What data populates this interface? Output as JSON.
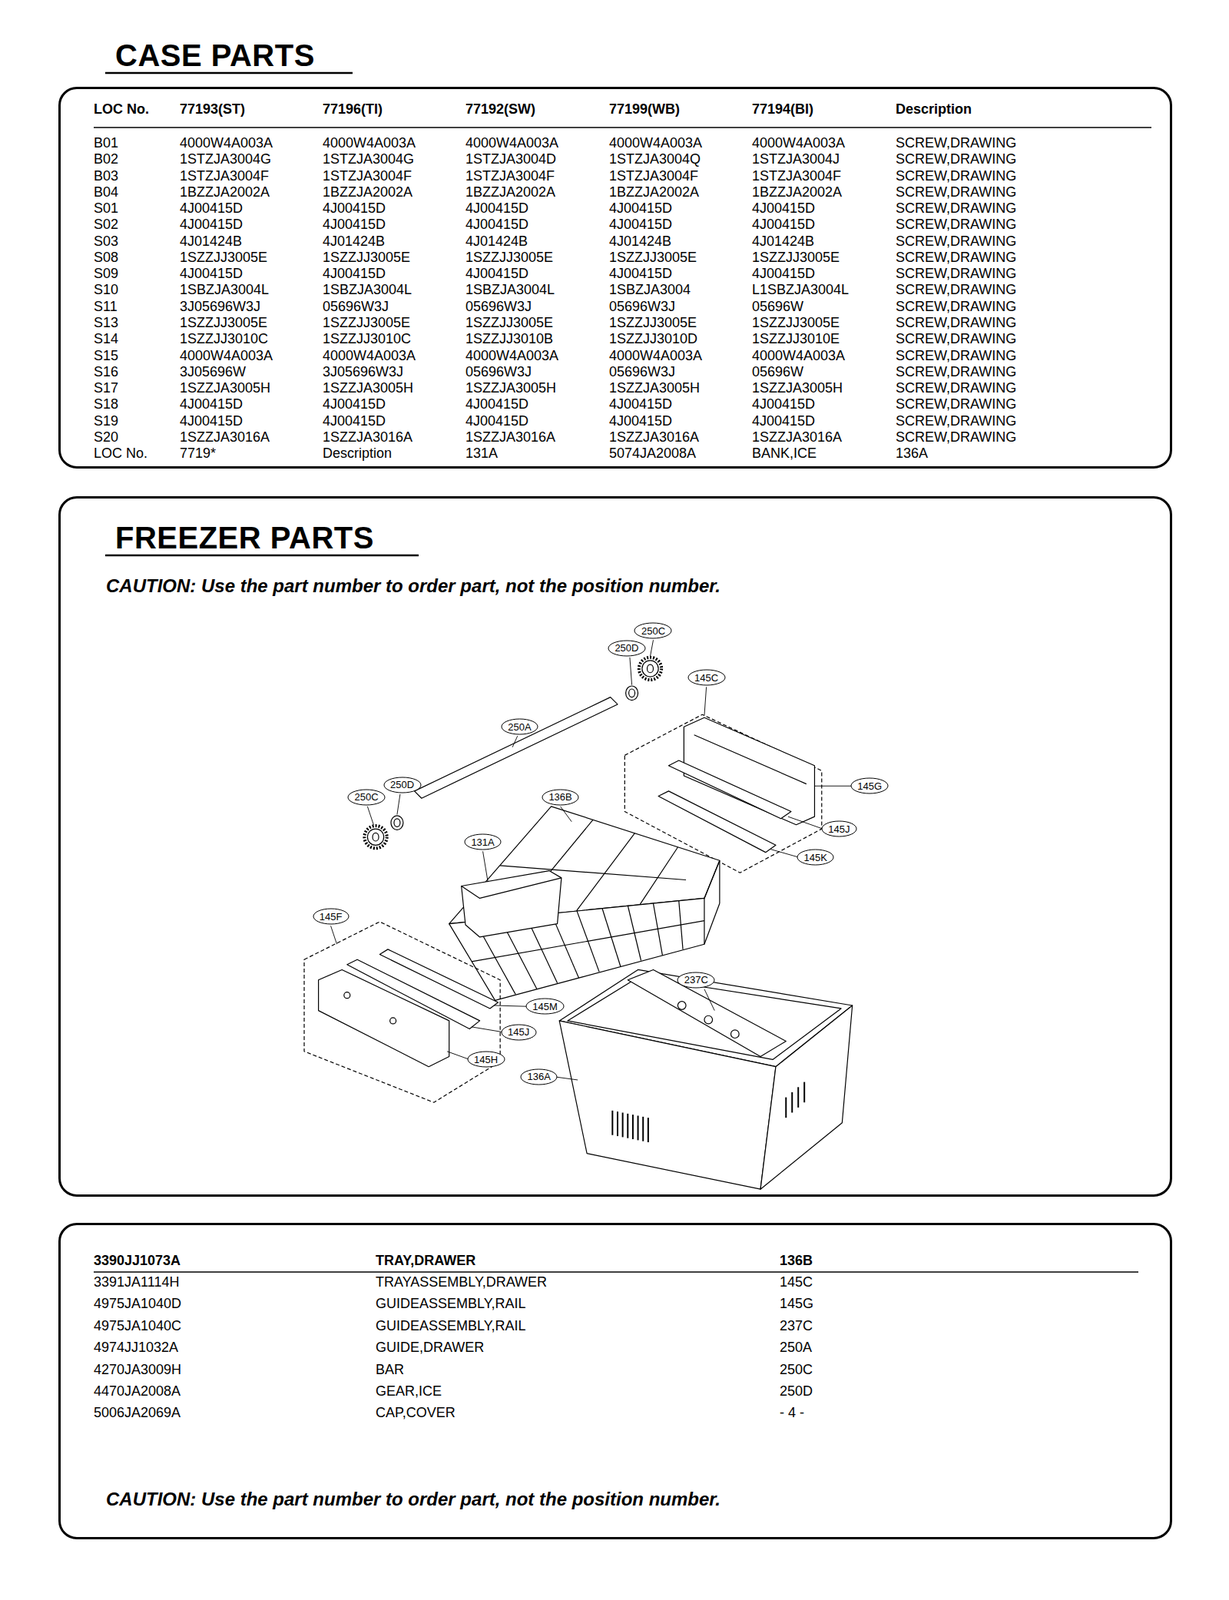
{
  "diagram": {
    "nodes": [
      {
        "text": [
          "CASE PARTS"
        ]
      },
      {
        "text": [
          "FREEZER PARTS",
          "CAUTION: Use the part number to order part, not the position number."
        ]
      },
      {
        "text": [
          "250C"
        ],
        "in": 1
      },
      {
        "text": [
          "250D"
        ],
        "in": 1
      },
      {
        "text": [
          "145C"
        ],
        "in": 1
      },
      {
        "text": [
          "250A"
        ],
        "in": 1
      },
      {
        "text": [
          "250D"
        ],
        "in": 1
      },
      {
        "text": [
          "145G"
        ],
        "in": 1
      },
      {
        "text": [
          "250C"
        ],
        "in": 1
      },
      {
        "text": [
          "136B"
        ],
        "in": 1
      },
      {
        "text": [
          "145J"
        ],
        "in": 1
      },
      {
        "text": [
          "131A"
        ],
        "in": 1
      },
      {
        "text": [
          "145K"
        ],
        "in": 1
      },
      {
        "text": [
          "145F"
        ],
        "in": 1
      },
      {
        "text": [
          "237C"
        ],
        "in": 1
      },
      {
        "text": [
          "145M"
        ],
        "in": 1
      },
      {
        "text": [
          "145J"
        ],
        "in": 1
      },
      {
        "text": [
          "145H"
        ],
        "in": 1
      },
      {
        "text": [
          "136A"
        ],
        "in": 1
      },
      {
        "text": [
          "CAUTION: Use the part number to order part, not the position number."
        ]
      }
    ],
    "labels": [
      "LOC No.",
      "77193(ST)",
      "77196(TI)",
      "77192(SW)",
      "77199(WB)",
      "77194(BI)",
      "Description",
      "B01",
      "4000W4A003A",
      "4000W4A003A",
      "4000W4A003A",
      "4000W4A003A",
      "4000W4A003A",
      "SCREW,DRAWING",
      "B02",
      "1STZJA3004G",
      "1STZJA3004G",
      "1STZJA3004D",
      "1STZJA3004Q",
      "1STZJA3004J",
      "SCREW,DRAWING",
      "B03",
      "1STZJA3004F",
      "1STZJA3004F",
      "1STZJA3004F",
      "1STZJA3004F",
      "1STZJA3004F",
      "SCREW,DRAWING",
      "B04",
      "1BZZJA2002A",
      "1BZZJA2002A",
      "1BZZJA2002A",
      "1BZZJA2002A",
      "1BZZJA2002A",
      "SCREW,DRAWING",
      "S01",
      "4J00415D",
      "4J00415D",
      "4J00415D",
      "4J00415D",
      "4J00415D",
      "SCREW,DRAWING",
      "S02",
      "4J00415D",
      "4J00415D",
      "4J00415D",
      "4J00415D",
      "4J00415D",
      "SCREW,DRAWING",
      "S03",
      "4J01424B",
      "4J01424B",
      "4J01424B",
      "4J01424B",
      "4J01424B",
      "SCREW,DRAWING",
      "S08",
      "1SZZJJ3005E",
      "1SZZJJ3005E",
      "1SZZJJ3005E",
      "1SZZJJ3005E",
      "1SZZJJ3005E",
      "SCREW,DRAWING",
      "S09",
      "4J00415D",
      "4J00415D",
      "4J00415D",
      "4J00415D",
      "4J00415D",
      "SCREW,DRAWING",
      "S10",
      "1SBZJA3004L",
      "1SBZJA3004L",
      "1SBZJA3004L",
      "1SBZJA3004",
      "L1SBZJA3004L",
      "SCREW,DRAWING",
      "S11",
      "3J05696W3J",
      "05696W3J",
      "05696W3J",
      "05696W3J",
      "05696W",
      "SCREW,DRAWING",
      "S13",
      "1SZZJJ3005E",
      "1SZZJJ3005E",
      "1SZZJJ3005E",
      "1SZZJJ3005E",
      "1SZZJJ3005E",
      "SCREW,DRAWING",
      "S14",
      "1SZZJJ3010C",
      "1SZZJJ3010C",
      "1SZZJJ3010B",
      "1SZZJJ3010D",
      "1SZZJJ3010E",
      "SCREW,DRAWING",
      "S15",
      "4000W4A003A",
      "4000W4A003A",
      "4000W4A003A",
      "4000W4A003A",
      "4000W4A003A",
      "SCREW,DRAWING",
      "S16",
      "3J05696W",
      "3J05696W3J",
      "05696W3J",
      "05696W3J",
      "05696W",
      "SCREW,DRAWING",
      "S17",
      "1SZZJA3005H",
      "1SZZJA3005H",
      "1SZZJA3005H",
      "1SZZJA3005H",
      "1SZZJA3005H",
      "SCREW,DRAWING",
      "S18",
      "4J00415D",
      "4J00415D",
      "4J00415D",
      "4J00415D",
      "4J00415D",
      "SCREW,DRAWING",
      "S19",
      "4J00415D",
      "4J00415D",
      "4J00415D",
      "4J00415D",
      "4J00415D",
      "SCREW,DRAWING",
      "S20",
      "1SZZJA3016A",
      "1SZZJA3016A",
      "1SZZJA3016A",
      "1SZZJA3016A",
      "1SZZJA3016A",
      "SCREW,DRAWING",
      "LOC No.",
      "7719*",
      "Description",
      "131A",
      "5074JA2008A",
      "BANK,ICE",
      "136A",
      "3390JJ1073A",
      "TRAY,DRAWER",
      "136B",
      "3391JA1114H",
      "TRAYASSEMBLY,DRAWER",
      "145C",
      "4975JA1040D",
      "GUIDEASSEMBLY,RAIL",
      "145G",
      "4975JA1040C",
      "GUIDEASSEMBLY,RAIL",
      "237C",
      "4974JJ1032A",
      "GUIDE,DRAWER",
      "250A",
      "4270JA3009H",
      "BAR",
      "250C",
      "4470JA2008A",
      "GEAR,ICE",
      "250D",
      "5006JA2069A",
      "CAP,COVER",
      "- 4 -"
    ]
  }
}
